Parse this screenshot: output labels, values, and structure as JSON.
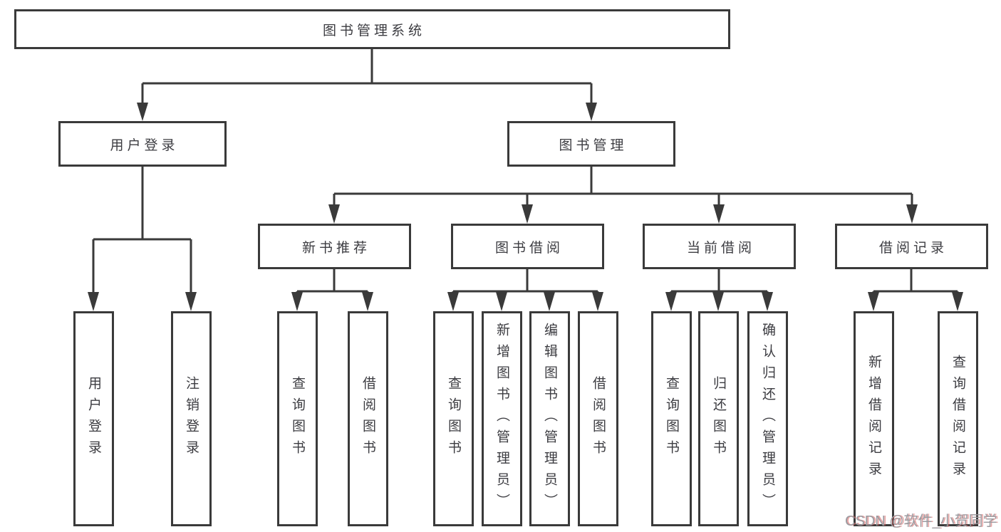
{
  "diagram": {
    "title": "图书管理系统",
    "type": "hierarchy-tree"
  },
  "nodes": {
    "root": {
      "label": "图书管理系统"
    },
    "level2": [
      {
        "label": "用户登录"
      },
      {
        "label": "图书管理"
      }
    ],
    "level3": [
      {
        "label": "新书推荐",
        "parent": "图书管理"
      },
      {
        "label": "图书借阅",
        "parent": "图书管理"
      },
      {
        "label": "当前借阅",
        "parent": "图书管理"
      },
      {
        "label": "借阅记录",
        "parent": "图书管理"
      }
    ],
    "leaves": [
      {
        "label": "用户登录",
        "parent": "用户登录"
      },
      {
        "label": "注销登录",
        "parent": "用户登录"
      },
      {
        "label": "查询图书",
        "parent": "新书推荐"
      },
      {
        "label": "借阅图书",
        "parent": "新书推荐"
      },
      {
        "label": "查询图书",
        "parent": "图书借阅"
      },
      {
        "label": "新增图书（管理员）",
        "parent": "图书借阅"
      },
      {
        "label": "编辑图书（管理员）",
        "parent": "图书借阅"
      },
      {
        "label": "借阅图书",
        "parent": "图书借阅"
      },
      {
        "label": "查询图书",
        "parent": "当前借阅"
      },
      {
        "label": "归还图书",
        "parent": "当前借阅"
      },
      {
        "label": "确认归还（管理员）",
        "parent": "当前借阅"
      },
      {
        "label": "新增借阅记录",
        "parent": "借阅记录"
      },
      {
        "label": "查询借阅记录",
        "parent": "借阅记录"
      }
    ]
  },
  "watermark": {
    "text": "CSDN @软件_小贺同学"
  },
  "colors": {
    "line": "#3a3a3a",
    "box_border": "#3a3a3a",
    "text": "#3c3c41",
    "background": "#ffffff",
    "watermark_gray": "#9b9ba0",
    "watermark_red": "#d35858"
  }
}
